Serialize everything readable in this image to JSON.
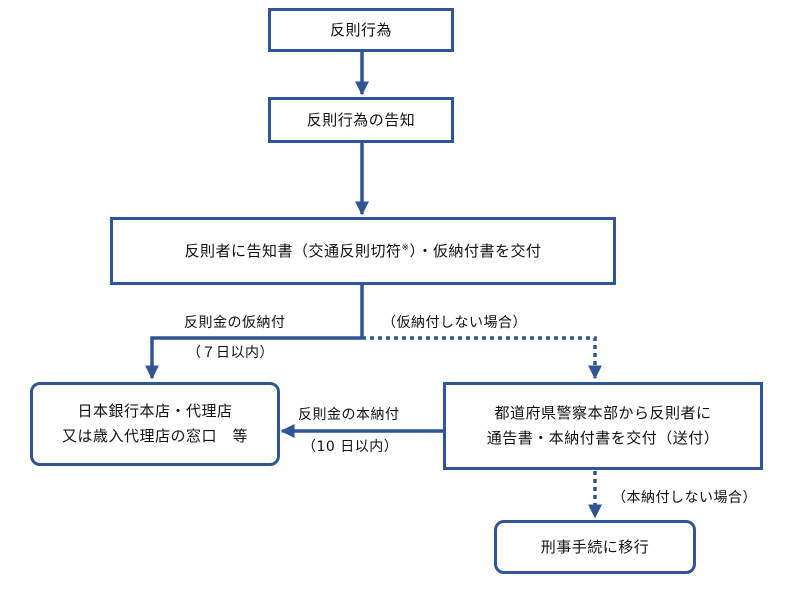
{
  "nodes": {
    "act": "反則行為",
    "notice": "反則行為の告知",
    "deliver_main": "反則者に告知書（交通反則切符",
    "deliver_mark": "※",
    "deliver_rest": "）・仮納付書を交付",
    "bank": "日本銀行本店・代理店\n又は歳入代理店の窓口　等",
    "police": "都道府県警察本部から反則者に\n通告書・本納付書を交付（送付）",
    "criminal": "刑事手続に移行"
  },
  "edges": {
    "provisional_payment": "反則金の仮納付",
    "provisional_deadline": "（７日以内）",
    "no_provisional": "（仮納付しない場合）",
    "final_payment": "反則金の本納付",
    "final_deadline": "（10 日以内）",
    "no_final": "（本納付しない場合）"
  },
  "colors": {
    "stroke": "#2f5597"
  }
}
